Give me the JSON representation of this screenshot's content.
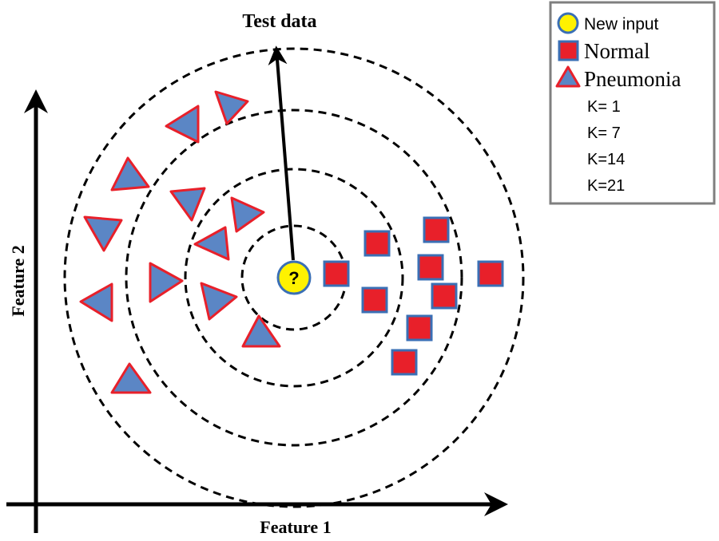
{
  "axes": {
    "x_label": "Feature 1",
    "y_label": "Feature 2"
  },
  "test_arrow_label": "Test data",
  "query_point_symbol": "?",
  "legend": {
    "new_input": "New input",
    "normal": "Normal",
    "pneumonia": "Pneumonia",
    "k_labels": [
      "K= 1",
      "K= 7",
      "K=14",
      "K=21"
    ]
  },
  "colors": {
    "circle_fill": "#FFF200",
    "square_fill": "#E8202A",
    "square_border": "#3A6FB5",
    "triangle_fill": "#5B86C5",
    "triangle_border": "#E8202A"
  },
  "icons": {
    "new_input": "yellow-circle-icon",
    "normal": "red-square-icon",
    "pneumonia": "blue-triangle-icon"
  }
}
